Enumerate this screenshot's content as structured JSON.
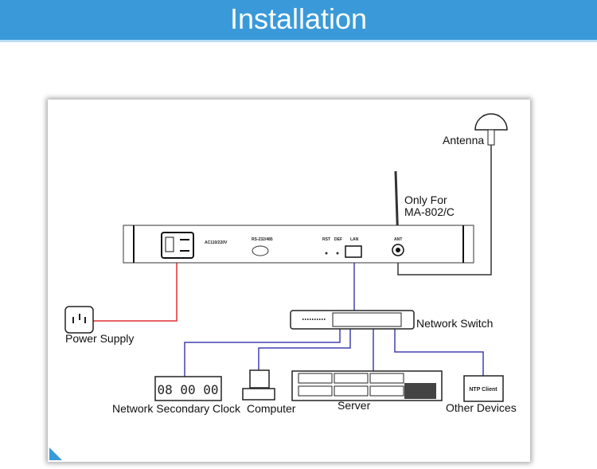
{
  "header": {
    "title": "Installation"
  },
  "diagram": {
    "labels": {
      "antenna": "Antenna",
      "only_for_1": "Only For",
      "only_for_2": "MA-802/C",
      "power_supply": "Power Supply",
      "network_switch": "Network Switch",
      "clock": "Network Secondary Clock",
      "computer": "Computer",
      "server": "Server",
      "other_devices": "Other Devices"
    },
    "device_panel": {
      "power": "AC110/220V",
      "serial": "RS-232/485",
      "rst": "RST",
      "def": "DEF",
      "lan": "LAN",
      "ant": "ANT"
    },
    "clock_display": "08 00 00",
    "ntp_client": "NTP Client",
    "colors": {
      "power_line": "#e03030",
      "network_line": "#4040b0",
      "antenna_line": "#333333",
      "header": "#3a9ad9"
    }
  }
}
